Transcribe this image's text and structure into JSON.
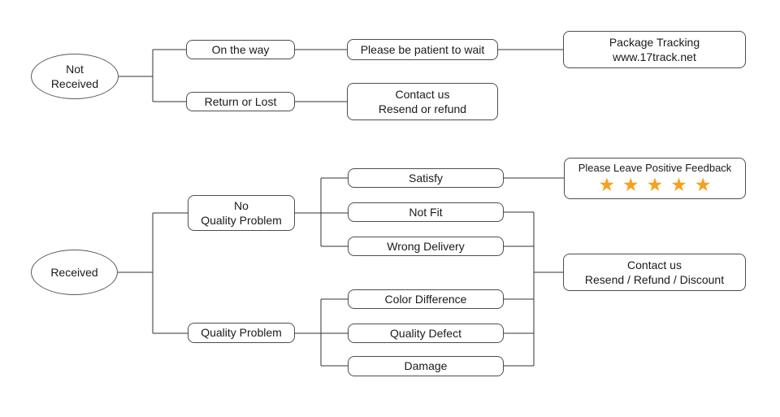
{
  "diagram": {
    "title": "Package delivery customer-service flowchart",
    "colors": {
      "background": "#ffffff",
      "box_border": "#4d4d4d",
      "connector_line": "#333333",
      "text": "#1a1a1a",
      "star": "#F7A01D"
    },
    "nodes": {
      "not_received": {
        "label": "Not Received",
        "line1": "Not",
        "line2": "Received"
      },
      "on_the_way": {
        "label": "On the way"
      },
      "please_wait": {
        "label": "Please be patient to wait"
      },
      "package_tracking": {
        "line1": "Package Tracking",
        "line2": "www.17track.net"
      },
      "return_or_lost": {
        "label": "Return or Lost"
      },
      "contact_resend_refund": {
        "line1": "Contact us",
        "line2": "Resend or refund"
      },
      "received": {
        "label": "Received"
      },
      "no_quality_problem": {
        "line1": "No",
        "line2": "Quality Problem"
      },
      "quality_problem": {
        "label": "Quality Problem"
      },
      "satisfy": {
        "label": "Satisfy"
      },
      "not_fit": {
        "label": "Not Fit"
      },
      "wrong_delivery": {
        "label": "Wrong Delivery"
      },
      "color_difference": {
        "label": "Color Difference"
      },
      "quality_defect": {
        "label": "Quality Defect"
      },
      "damage": {
        "label": "Damage"
      },
      "positive_feedback": {
        "title": "Please Leave Positive Feedback",
        "stars": "★★★★★",
        "star_count": 5
      },
      "contact_resend_refund_discount": {
        "line1": "Contact us",
        "line2": "Resend / Refund / Discount"
      }
    }
  }
}
